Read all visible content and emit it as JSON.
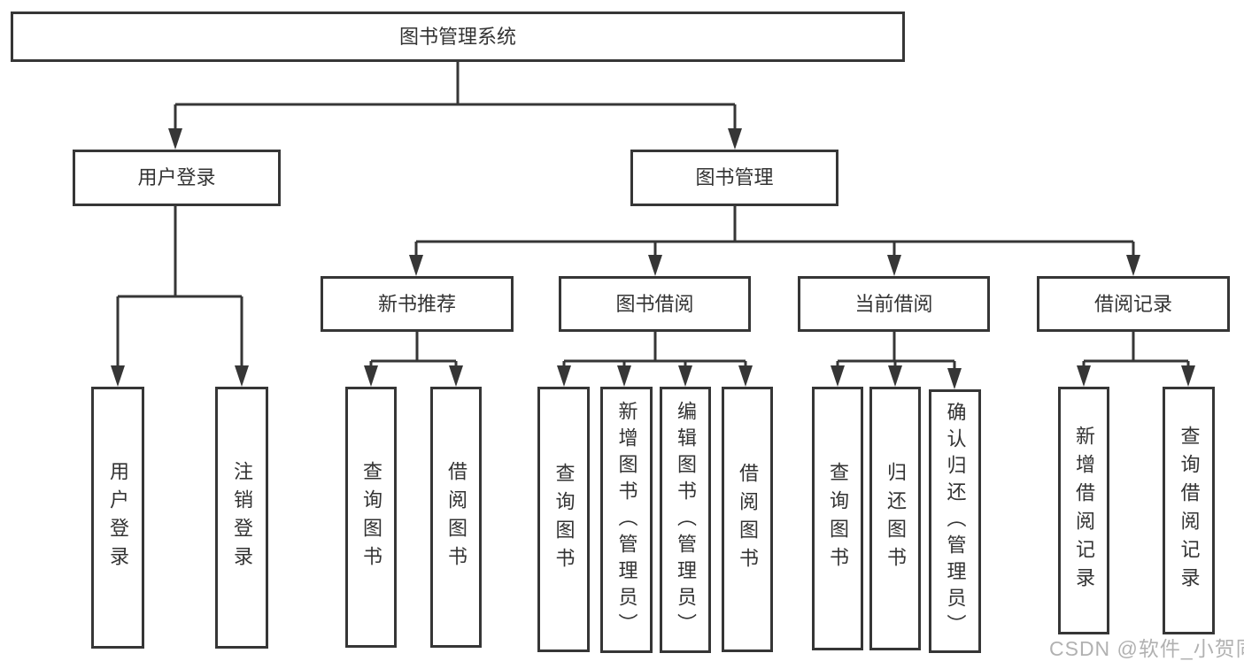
{
  "root": {
    "label": "图书管理系统"
  },
  "level2": [
    {
      "label": "用户登录"
    },
    {
      "label": "图书管理"
    }
  ],
  "level3": [
    {
      "label": "新书推荐"
    },
    {
      "label": "图书借阅"
    },
    {
      "label": "当前借阅"
    },
    {
      "label": "借阅记录"
    }
  ],
  "leaves": {
    "login": [
      "用户登录",
      "注销登录"
    ],
    "recommend": [
      "查询图书",
      "借阅图书"
    ],
    "borrow": [
      "查询图书",
      "新增图书（管理员）",
      "编辑图书（管理员）",
      "借阅图书"
    ],
    "current": [
      "查询图书",
      "归还图书",
      "确认归还（管理员）"
    ],
    "records": [
      "新增借阅记录",
      "查询借阅记录"
    ]
  },
  "watermark": "CSDN @软件_小贺同学",
  "colors": {
    "line": "#363636",
    "text": "#333333",
    "watermark_text": "#9e9e9e",
    "background": "#ffffff"
  }
}
